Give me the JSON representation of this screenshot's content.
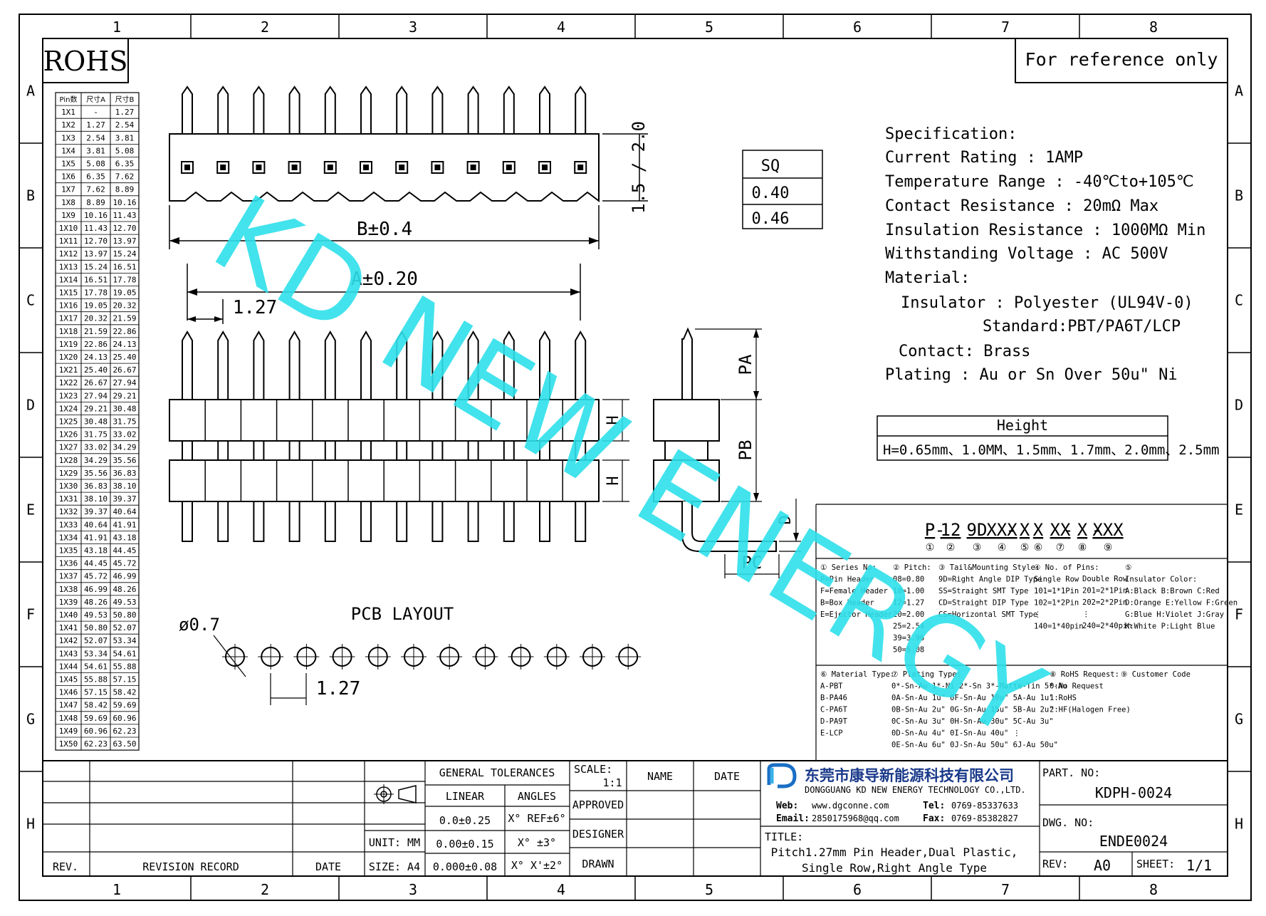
{
  "sheet": {
    "grid_cols": [
      "1",
      "2",
      "3",
      "4",
      "5",
      "6",
      "7",
      "8"
    ],
    "grid_rows": [
      "A",
      "B",
      "C",
      "D",
      "E",
      "F",
      "G",
      "H"
    ],
    "rohs": "ROHS",
    "reference": "For reference only",
    "watermark": "KD NEW ENERGY"
  },
  "pin_table": {
    "headers": [
      "Pin数",
      "尺寸A",
      "尺寸B"
    ],
    "rows": [
      [
        "1X1",
        "-",
        "1.27"
      ],
      [
        "1X2",
        "1.27",
        "2.54"
      ],
      [
        "1X3",
        "2.54",
        "3.81"
      ],
      [
        "1X4",
        "3.81",
        "5.08"
      ],
      [
        "1X5",
        "5.08",
        "6.35"
      ],
      [
        "1X6",
        "6.35",
        "7.62"
      ],
      [
        "1X7",
        "7.62",
        "8.89"
      ],
      [
        "1X8",
        "8.89",
        "10.16"
      ],
      [
        "1X9",
        "10.16",
        "11.43"
      ],
      [
        "1X10",
        "11.43",
        "12.70"
      ],
      [
        "1X11",
        "12.70",
        "13.97"
      ],
      [
        "1X12",
        "13.97",
        "15.24"
      ],
      [
        "1X13",
        "15.24",
        "16.51"
      ],
      [
        "1X14",
        "16.51",
        "17.78"
      ],
      [
        "1X15",
        "17.78",
        "19.05"
      ],
      [
        "1X16",
        "19.05",
        "20.32"
      ],
      [
        "1X17",
        "20.32",
        "21.59"
      ],
      [
        "1X18",
        "21.59",
        "22.86"
      ],
      [
        "1X19",
        "22.86",
        "24.13"
      ],
      [
        "1X20",
        "24.13",
        "25.40"
      ],
      [
        "1X21",
        "25.40",
        "26.67"
      ],
      [
        "1X22",
        "26.67",
        "27.94"
      ],
      [
        "1X23",
        "27.94",
        "29.21"
      ],
      [
        "1X24",
        "29.21",
        "30.48"
      ],
      [
        "1X25",
        "30.48",
        "31.75"
      ],
      [
        "1X26",
        "31.75",
        "33.02"
      ],
      [
        "1X27",
        "33.02",
        "34.29"
      ],
      [
        "1X28",
        "34.29",
        "35.56"
      ],
      [
        "1X29",
        "35.56",
        "36.83"
      ],
      [
        "1X30",
        "36.83",
        "38.10"
      ],
      [
        "1X31",
        "38.10",
        "39.37"
      ],
      [
        "1X32",
        "39.37",
        "40.64"
      ],
      [
        "1X33",
        "40.64",
        "41.91"
      ],
      [
        "1X34",
        "41.91",
        "43.18"
      ],
      [
        "1X35",
        "43.18",
        "44.45"
      ],
      [
        "1X36",
        "44.45",
        "45.72"
      ],
      [
        "1X37",
        "45.72",
        "46.99"
      ],
      [
        "1X38",
        "46.99",
        "48.26"
      ],
      [
        "1X39",
        "48.26",
        "49.53"
      ],
      [
        "1X40",
        "49.53",
        "50.80"
      ],
      [
        "1X41",
        "50.80",
        "52.07"
      ],
      [
        "1X42",
        "52.07",
        "53.34"
      ],
      [
        "1X43",
        "53.34",
        "54.61"
      ],
      [
        "1X44",
        "54.61",
        "55.88"
      ],
      [
        "1X45",
        "55.88",
        "57.15"
      ],
      [
        "1X46",
        "57.15",
        "58.42"
      ],
      [
        "1X47",
        "58.42",
        "59.69"
      ],
      [
        "1X48",
        "59.69",
        "60.96"
      ],
      [
        "1X49",
        "60.96",
        "62.23"
      ],
      [
        "1X50",
        "62.23",
        "63.50"
      ]
    ]
  },
  "dims": {
    "b": "B±0.4",
    "a": "A±0.20",
    "pitch": "1.27",
    "height_label": "1.5 / 2.0",
    "h": "H",
    "pa": "PA",
    "pb": "PB",
    "pc": "PC",
    "d": "D",
    "hole": "ø0.7",
    "pcb_pitch": "1.27",
    "pcb_title": "PCB LAYOUT"
  },
  "sq_table": {
    "header": "SQ",
    "values": [
      "0.40",
      "0.46"
    ]
  },
  "spec": {
    "lines": [
      "Specification:",
      "Current Rating : 1AMP",
      "Temperature Range : -40℃to+105℃",
      "Contact Resistance : 20mΩ Max",
      "Insulation Resistance : 1000MΩ Min",
      "Withstanding Voltage : AC 500V",
      "Material:",
      "Insulator : Polyester (UL94V-0)",
      "Standard:PBT/PA6T/LCP",
      "Contact: Brass",
      "Plating : Au or Sn Over 50u\" Ni"
    ]
  },
  "height_table": {
    "header": "Height",
    "value": "H=0.65mm、1.0MM、1.5mm、1.7mm、2.0mm、2.5mm"
  },
  "part_code": {
    "parts": [
      "P",
      "12",
      "9D",
      "XXX",
      "X",
      "X",
      "XX",
      "X",
      "XXX"
    ],
    "circles": [
      "①",
      "②",
      "③",
      "④",
      "⑤",
      "⑥",
      "⑦",
      "⑧",
      "⑨"
    ]
  },
  "legend_top": {
    "col1": [
      "① Series No:",
      "P=Pin Header",
      "F=Female Header",
      "B=Box Header",
      "E=Ejector Header"
    ],
    "col2": [
      "② Pitch:",
      "08=0.80",
      "10=1.00",
      "12=1.27",
      "20=2.00",
      "25=2.54",
      "39=3.96",
      "50=5.08"
    ],
    "col3": [
      "③ Tail&Mounting Style:",
      "9D=Right Angle DIP Type",
      "SS=Straight SMT Type",
      "CD=Straight DIP Type",
      "CS=Horizontal SMT Type"
    ],
    "col4": [
      "④ No. of Pins:",
      "Single Row",
      "101=1*1Pin",
      "102=1*2Pin",
      "⋮",
      "140=1*40pin"
    ],
    "col5": [
      "Double Row",
      "201=2*1Pin",
      "202=2*2Pin",
      "⋮",
      "240=2*40pin"
    ],
    "col6": [
      "⑤",
      "Insulator Color:",
      "A:Black B:Brown C:Red",
      "D:Orange E:Yellow F:Green",
      "G:Blue H:Violet J:Gray",
      "K:White P:Light Blue"
    ]
  },
  "legend_bottom": {
    "col1": [
      "⑥ Material Type:",
      "A-PBT",
      "B-PA46",
      "C-PA6T",
      "D-PA9T",
      "E-LCP"
    ],
    "col2": [
      "⑦ Plating Type:",
      "0*-Sn-Au 1*-Ni 2*-Sn 3*-Matte-Tin 5*-Au",
      "0A-Sn-Au 1u\" 0F-Sn-Au 10u\" 5A-Au 1u\"",
      "0B-Sn-Au 2u\" 0G-Sn-Au 15u\" 5B-Au 2u\"",
      "0C-Sn-Au 3u\" 0H-Sn-Au 30u\" 5C-Au 3u\"",
      "0D-Sn-Au 4u\" 0I-Sn-Au 40u\" ⋮",
      "0E-Sn-Au 6u\" 0J-Sn-Au 50u\" 6J-Au 50u\""
    ],
    "col3": [
      "⑧ RoHS Request:",
      "0:No Request",
      "1:RoHS",
      "2:HF(Halogen Free)"
    ],
    "col4": [
      "⑨ Customer Code"
    ]
  },
  "title_block": {
    "rev": "REV.",
    "revision_record": "REVISION RECORD",
    "date": "DATE",
    "general_tolerances": "GENERAL TOLERANCES",
    "linear": "LINEAR",
    "angles": "ANGLES",
    "lin1": "0.0±0.25",
    "lin2": "0.00±0.15",
    "lin3": "0.000±0.08",
    "ang1": "X° REF±6°",
    "ang2": "X° ±3°",
    "ang3": "X° X'±2°",
    "unit": "UNIT: MM",
    "size": "SIZE: A4",
    "scale_label": "SCALE:",
    "scale": "1:1",
    "name": "NAME",
    "date2": "DATE",
    "approved": "APPROVED",
    "designer": "DESIGNER",
    "drawn": "DRAWN",
    "company_cn": "东莞市康导新能源科技有限公司",
    "company_en": "DONGGUANG KD NEW ENERGY TECHNOLOGY CO.,LTD.",
    "web_label": "Web:",
    "web": "www.dgconne.com",
    "tel_label": "Tel:",
    "tel": "0769-85337633",
    "email_label": "Email:",
    "email": "2850175968@qq.com",
    "fax_label": "Fax:",
    "fax": "0769-85382827",
    "title_label": "TITLE:",
    "title1": "Pitch1.27mm Pin Header,Dual Plastic,",
    "title2": "Single Row,Right Angle Type",
    "part_label": "PART. NO:",
    "part_no": "KDPH-0024",
    "dwg_label": "DWG. NO:",
    "dwg_no": "ENDE0024",
    "rev_label": "REV:",
    "rev_val": "A0",
    "sheet_label": "SHEET:",
    "sheet_val": "1/1"
  },
  "colors": {
    "watermark": "#2de0ea",
    "line": "#000000"
  }
}
